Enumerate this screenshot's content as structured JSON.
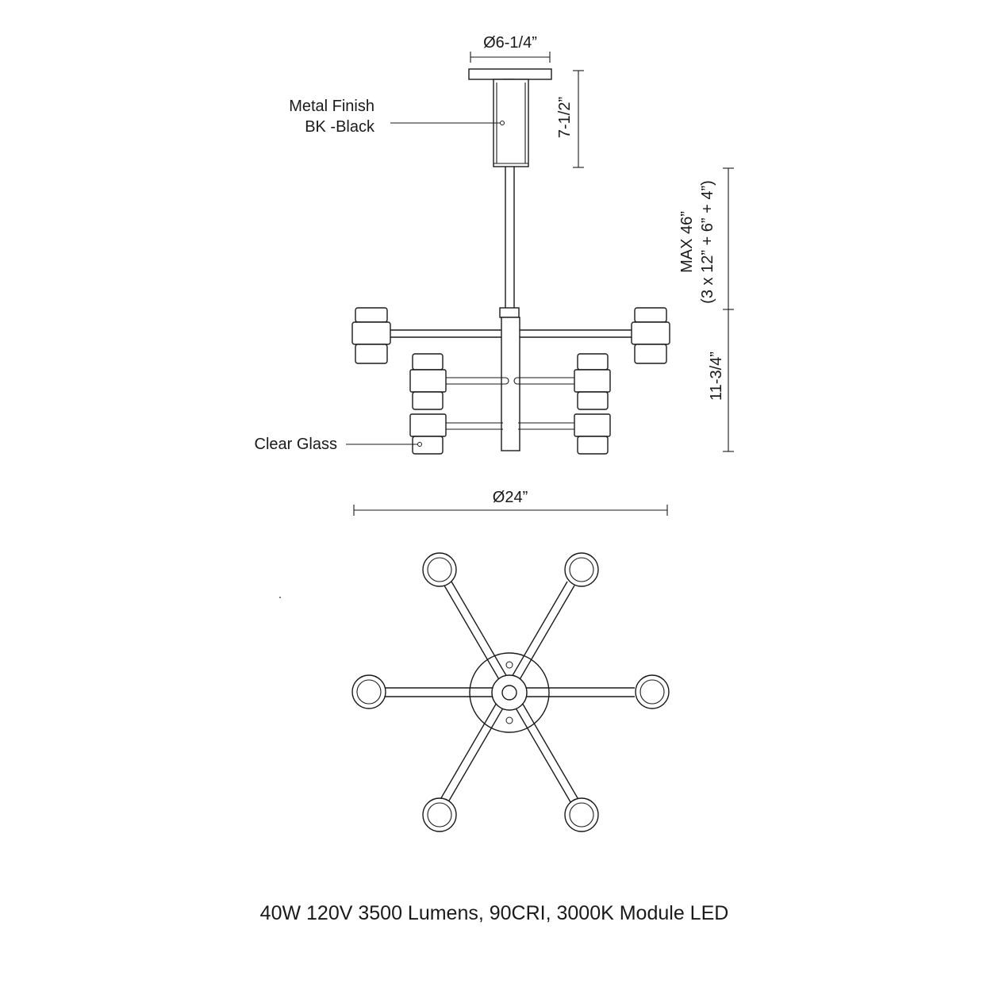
{
  "dimensions": {
    "canopy_diameter": "Ø6-1/4”",
    "canopy_height": "7-1/2”",
    "max_length": "MAX 46”",
    "max_length_breakdown": "(3 x 12” + 6” + 4”)",
    "body_height": "11-3/4”",
    "overall_diameter": "Ø24”"
  },
  "callouts": {
    "metal_finish_title": "Metal Finish",
    "metal_finish_value": "BK -Black",
    "glass": "Clear Glass"
  },
  "specs": "40W 120V 3500 Lumens, 90CRI, 3000K Module LED",
  "colors": {
    "line": "#1a1a1a",
    "background": "#ffffff"
  }
}
